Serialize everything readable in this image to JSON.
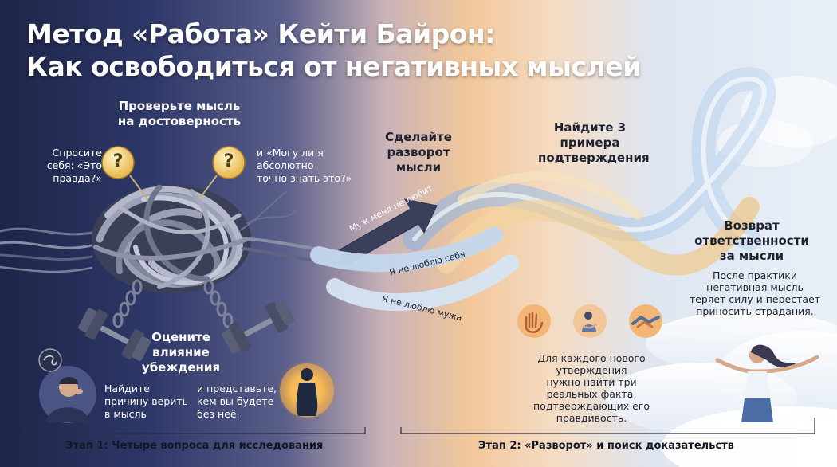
{
  "title": {
    "line1": "Метод «Работа» Кейти Байрон:",
    "line2": "Как освободиться от негативных мыслей"
  },
  "check": {
    "heading_l1": "Проверьте мысль",
    "heading_l2": "на достоверность",
    "ask_left_l1": "Спросите",
    "ask_left_l2": "себя: «Это",
    "ask_left_l3": "правда?»",
    "ask_right_l1": "и «Могу ли я",
    "ask_right_l2": "абсолютно",
    "ask_right_l3": "точно знать это?»"
  },
  "assess": {
    "heading_l1": "Оцените",
    "heading_l2": "влияние",
    "heading_l3": "убеждения",
    "reason_l1": "Найдите",
    "reason_l2": "причину верить",
    "reason_l3": "в мысль",
    "imagine_l1": "и представьте,",
    "imagine_l2": "кем вы будете",
    "imagine_l3": "без неё."
  },
  "turnaround": {
    "heading_l1": "Сделайте",
    "heading_l2": "разворот",
    "heading_l3": "мысли",
    "arrow_text": "Муж меня не любит",
    "ribbon1_text": "Я не люблю себя",
    "ribbon2_text": "Я не люблю мужа"
  },
  "examples": {
    "heading_l1": "Найдите 3",
    "heading_l2": "примера",
    "heading_l3": "подтверждения",
    "body_l1": "Для каждого нового",
    "body_l2": "утверждения",
    "body_l3": "нужно найти три",
    "body_l4": "реальных факта,",
    "body_l5": "подтверждающих его",
    "body_l6": "правдивость."
  },
  "responsibility": {
    "heading_l1": "Возврат",
    "heading_l2": "ответственности",
    "heading_l3": "за мысли",
    "body_l1": "После практики",
    "body_l2": "негативная мысль",
    "body_l3": "теряет силу и перестает",
    "body_l4": "приносить страдания."
  },
  "stages": {
    "stage1": "Этап 1: Четыре вопроса для исследования",
    "stage2": "Этап 2: «Разворот» и поиск доказательств"
  },
  "icons": {
    "question": "?",
    "question_icon": "question-mark-icon",
    "knot_icon": "tangled-knot-icon",
    "dumbbell_icon": "dumbbell-icon",
    "worried_icon": "worried-person-icon",
    "glow_icon": "glowing-person-icon",
    "hand_icon": "open-hand-icon",
    "hug_icon": "self-hug-icon",
    "handshake_icon": "handshake-icon",
    "free_icon": "free-woman-icon"
  },
  "colors": {
    "dark_bg": "#1d2548",
    "warm_accent": "#f2c79a",
    "question_gold": "#f0c860",
    "arrow_dark": "#3a3f5c",
    "ribbon_blue": "#a9c8e8"
  }
}
